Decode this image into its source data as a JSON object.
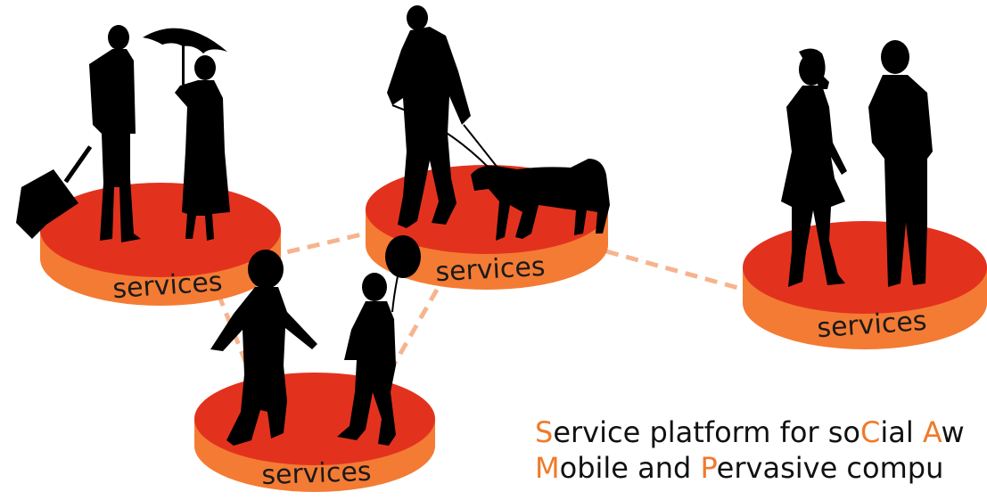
{
  "colors": {
    "platform_top": "#e2321e",
    "platform_side": "#f47b34",
    "connector": "#f6b48e",
    "silhouette": "#000000",
    "highlight": "#f07a2a"
  },
  "platforms": [
    {
      "id": "left",
      "label": "services",
      "people": [
        "traveler-with-suitcase",
        "woman-with-umbrella"
      ]
    },
    {
      "id": "center",
      "label": "services",
      "people": [
        "man-walking-dog",
        "dog"
      ]
    },
    {
      "id": "right",
      "label": "services",
      "people": [
        "woman-talking",
        "man-talking"
      ]
    },
    {
      "id": "bottom",
      "label": "services",
      "people": [
        "girl-walking",
        "boy-with-balloon"
      ]
    }
  ],
  "tagline": {
    "line1": [
      {
        "text": "S",
        "hl": true
      },
      {
        "text": "ervice platform for so",
        "hl": false
      },
      {
        "text": "C",
        "hl": true
      },
      {
        "text": "ial ",
        "hl": false
      },
      {
        "text": "A",
        "hl": true
      },
      {
        "text": "w",
        "hl": false
      }
    ],
    "line2": [
      {
        "text": "M",
        "hl": true
      },
      {
        "text": "obile and ",
        "hl": false
      },
      {
        "text": "P",
        "hl": true
      },
      {
        "text": "ervasive compu",
        "hl": false
      }
    ]
  }
}
